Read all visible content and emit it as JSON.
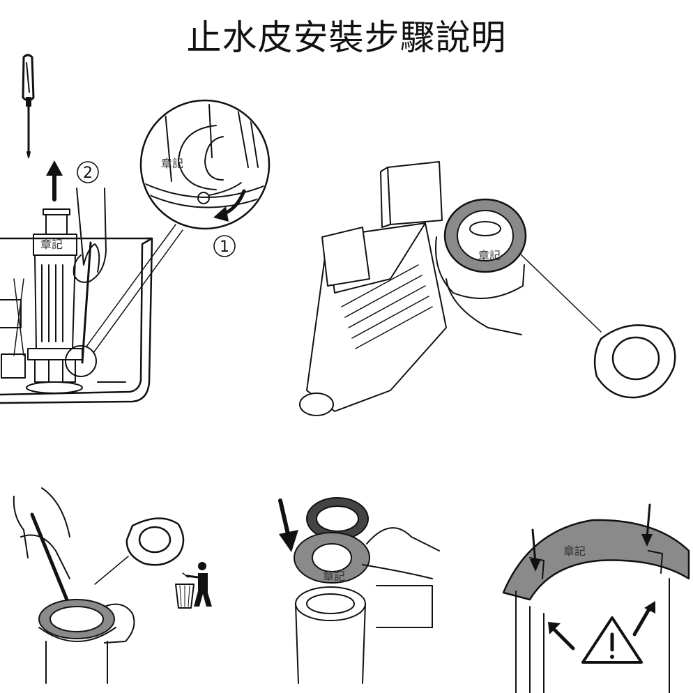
{
  "title": "止水皮安裝步驟說明",
  "watermark": "章記",
  "step_labels": {
    "one": "1",
    "two": "2"
  },
  "colors": {
    "ink": "#111111",
    "gasket_gray": "#8a8a8a",
    "paper": "#ffffff"
  },
  "icons": [
    "screwdriver-icon",
    "up-arrow-icon",
    "rotate-arrow-icon",
    "trash-can-icon",
    "down-arrow-icon",
    "warning-triangle-icon"
  ]
}
